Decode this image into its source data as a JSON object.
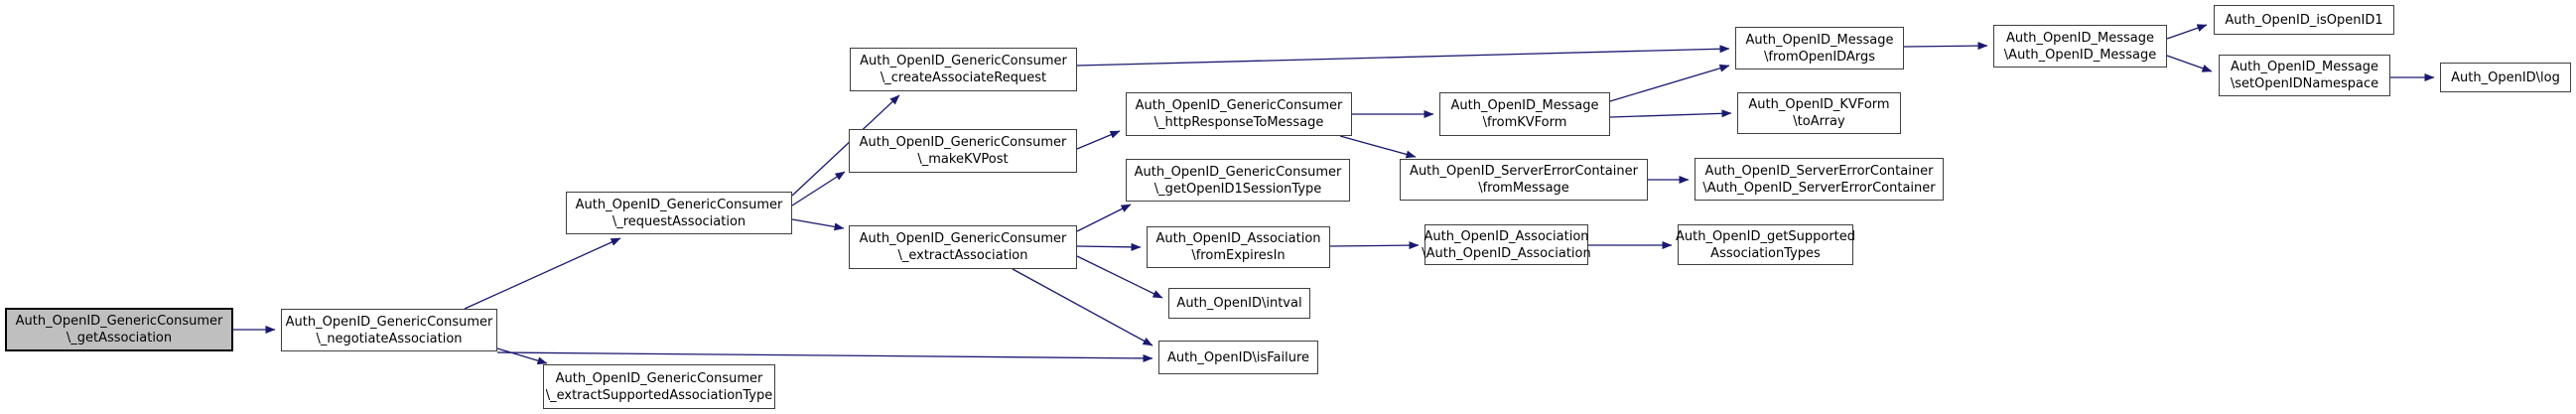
{
  "diagram": {
    "type": "call-graph",
    "root_function": "Auth_OpenID_GenericConsumer\\_getAssociation",
    "colors": {
      "edge": "#191970",
      "node_fill": "#ffffff",
      "node_border": "#3f3f3f",
      "root_fill": "#bfbfbf",
      "root_border": "#000000",
      "text": "#000000",
      "background": "#ffffff"
    },
    "nodes": {
      "getAssociation": {
        "line1": "Auth_OpenID_GenericConsumer",
        "line2": "\\_getAssociation"
      },
      "negotiateAssociation": {
        "line1": "Auth_OpenID_GenericConsumer",
        "line2": "\\_negotiateAssociation"
      },
      "requestAssociation": {
        "line1": "Auth_OpenID_GenericConsumer",
        "line2": "\\_requestAssociation"
      },
      "extractSupportedAssociationType": {
        "line1": "Auth_OpenID_GenericConsumer",
        "line2": "\\_extractSupportedAssociationType"
      },
      "createAssociateRequest": {
        "line1": "Auth_OpenID_GenericConsumer",
        "line2": "\\_createAssociateRequest"
      },
      "makeKVPost": {
        "line1": "Auth_OpenID_GenericConsumer",
        "line2": "\\_makeKVPost"
      },
      "extractAssociation": {
        "line1": "Auth_OpenID_GenericConsumer",
        "line2": "\\_extractAssociation"
      },
      "httpResponseToMessage": {
        "line1": "Auth_OpenID_GenericConsumer",
        "line2": "\\_httpResponseToMessage"
      },
      "getOpenID1SessionType": {
        "line1": "Auth_OpenID_GenericConsumer",
        "line2": "\\_getOpenID1SessionType"
      },
      "fromExpiresIn": {
        "line1": "Auth_OpenID_Association",
        "line2": "\\fromExpiresIn"
      },
      "intval": {
        "line1": "Auth_OpenID\\intval"
      },
      "isFailure": {
        "line1": "Auth_OpenID\\isFailure"
      },
      "fromKVForm": {
        "line1": "Auth_OpenID_Message",
        "line2": "\\fromKVForm"
      },
      "serverErrorFromMessage": {
        "line1": "Auth_OpenID_ServerErrorContainer",
        "line2": "\\fromMessage"
      },
      "associationCtor": {
        "line1": "Auth_OpenID_Association",
        "line2": "\\Auth_OpenID_Association"
      },
      "getSupportedAssociationTypes": {
        "line1": "Auth_OpenID_getSupported",
        "line2": "AssociationTypes"
      },
      "fromOpenIDArgs": {
        "line1": "Auth_OpenID_Message",
        "line2": "\\fromOpenIDArgs"
      },
      "kvformToArray": {
        "line1": "Auth_OpenID_KVForm",
        "line2": "\\toArray"
      },
      "serverErrorCtor": {
        "line1": "Auth_OpenID_ServerErrorContainer",
        "line2": "\\Auth_OpenID_ServerErrorContainer"
      },
      "messageCtor": {
        "line1": "Auth_OpenID_Message",
        "line2": "\\Auth_OpenID_Message"
      },
      "isOpenID1": {
        "line1": "Auth_OpenID_isOpenID1"
      },
      "setOpenIDNamespace": {
        "line1": "Auth_OpenID_Message",
        "line2": "\\setOpenIDNamespace"
      },
      "log": {
        "line1": "Auth_OpenID\\log"
      }
    },
    "edges": [
      {
        "from": "getAssociation",
        "to": "negotiateAssociation"
      },
      {
        "from": "negotiateAssociation",
        "to": "requestAssociation"
      },
      {
        "from": "negotiateAssociation",
        "to": "extractSupportedAssociationType"
      },
      {
        "from": "negotiateAssociation",
        "to": "isFailure"
      },
      {
        "from": "requestAssociation",
        "to": "createAssociateRequest"
      },
      {
        "from": "requestAssociation",
        "to": "makeKVPost"
      },
      {
        "from": "requestAssociation",
        "to": "extractAssociation"
      },
      {
        "from": "createAssociateRequest",
        "to": "fromOpenIDArgs"
      },
      {
        "from": "makeKVPost",
        "to": "httpResponseToMessage"
      },
      {
        "from": "httpResponseToMessage",
        "to": "fromKVForm"
      },
      {
        "from": "httpResponseToMessage",
        "to": "serverErrorFromMessage"
      },
      {
        "from": "extractAssociation",
        "to": "getOpenID1SessionType"
      },
      {
        "from": "extractAssociation",
        "to": "fromExpiresIn"
      },
      {
        "from": "extractAssociation",
        "to": "intval"
      },
      {
        "from": "extractAssociation",
        "to": "isFailure"
      },
      {
        "from": "fromExpiresIn",
        "to": "associationCtor"
      },
      {
        "from": "associationCtor",
        "to": "getSupportedAssociationTypes"
      },
      {
        "from": "fromKVForm",
        "to": "fromOpenIDArgs"
      },
      {
        "from": "fromKVForm",
        "to": "kvformToArray"
      },
      {
        "from": "serverErrorFromMessage",
        "to": "serverErrorCtor"
      },
      {
        "from": "fromOpenIDArgs",
        "to": "messageCtor"
      },
      {
        "from": "messageCtor",
        "to": "isOpenID1"
      },
      {
        "from": "messageCtor",
        "to": "setOpenIDNamespace"
      },
      {
        "from": "setOpenIDNamespace",
        "to": "log"
      }
    ]
  }
}
